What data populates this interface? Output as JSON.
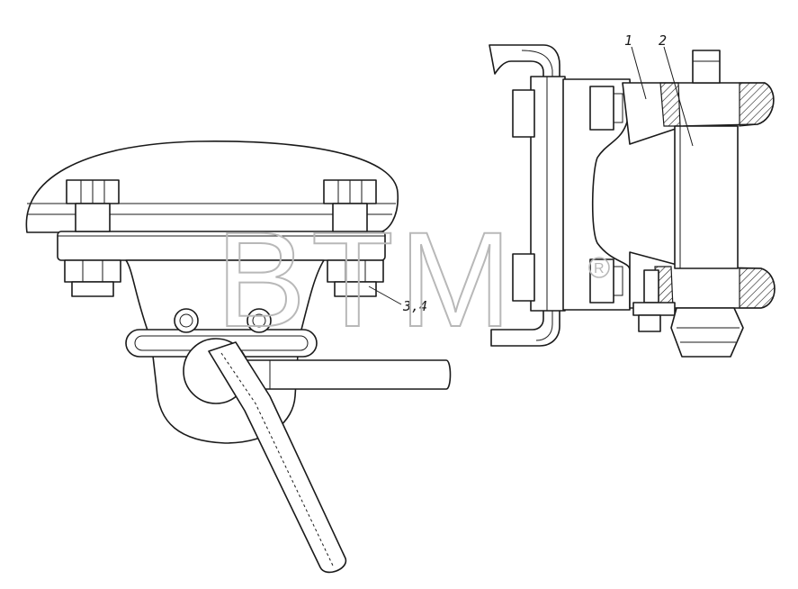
{
  "callouts": [
    {
      "id": "1",
      "text": "1"
    },
    {
      "id": "2",
      "text": "2"
    },
    {
      "id": "3_4",
      "text": "3,4"
    }
  ],
  "watermark": {
    "text": "BTM",
    "registered": "R"
  }
}
